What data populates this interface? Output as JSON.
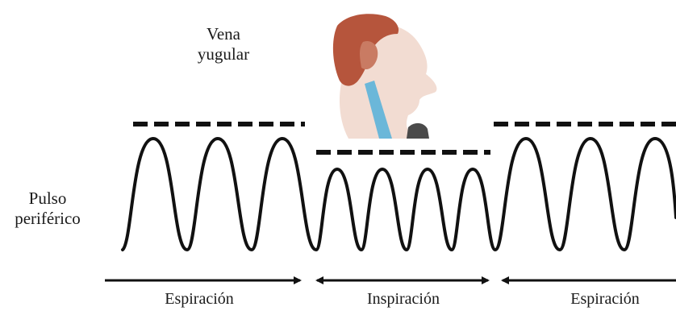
{
  "labels": {
    "vena_line1": "Vena",
    "vena_line2": "yugular",
    "pulso_line1": "Pulso",
    "pulso_line2": "periférico"
  },
  "phases": [
    {
      "label": "Espiración"
    },
    {
      "label": "Inspiración"
    },
    {
      "label": "Espiración"
    }
  ],
  "colors": {
    "ink": "#111111",
    "skin": "#f2dcd2",
    "hair": "#b6553c",
    "vein": "#6bb7d9"
  },
  "icons": {
    "head": "head-neck-profile-icon"
  }
}
